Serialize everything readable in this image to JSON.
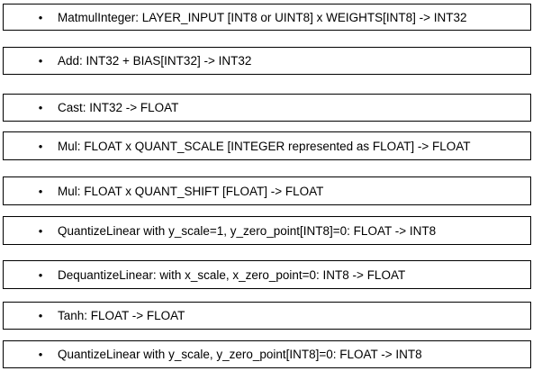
{
  "steps": [
    {
      "bullet": "•",
      "text": "MatmulInteger: LAYER_INPUT [INT8 or UINT8] x WEIGHTS[INT8] -> INT32"
    },
    {
      "bullet": "•",
      "text": "Add: INT32 + BIAS[INT32] -> INT32"
    },
    {
      "bullet": "•",
      "text": "Cast: INT32 -> FLOAT"
    },
    {
      "bullet": "•",
      "text": "Mul: FLOAT x QUANT_SCALE [INTEGER represented as FLOAT] -> FLOAT"
    },
    {
      "bullet": "•",
      "text": "Mul: FLOAT x QUANT_SHIFT [FLOAT] -> FLOAT"
    },
    {
      "bullet": "•",
      "text": "QuantizeLinear with y_scale=1, y_zero_point[INT8]=0: FLOAT -> INT8"
    },
    {
      "bullet": "•",
      "text": "DequantizeLinear: with x_scale, x_zero_point=0:  INT8 -> FLOAT"
    },
    {
      "bullet": "•",
      "text": "Tanh: FLOAT -> FLOAT"
    },
    {
      "bullet": "•",
      "text": "QuantizeLinear with y_scale, y_zero_point[INT8]=0: FLOAT -> INT8"
    }
  ]
}
